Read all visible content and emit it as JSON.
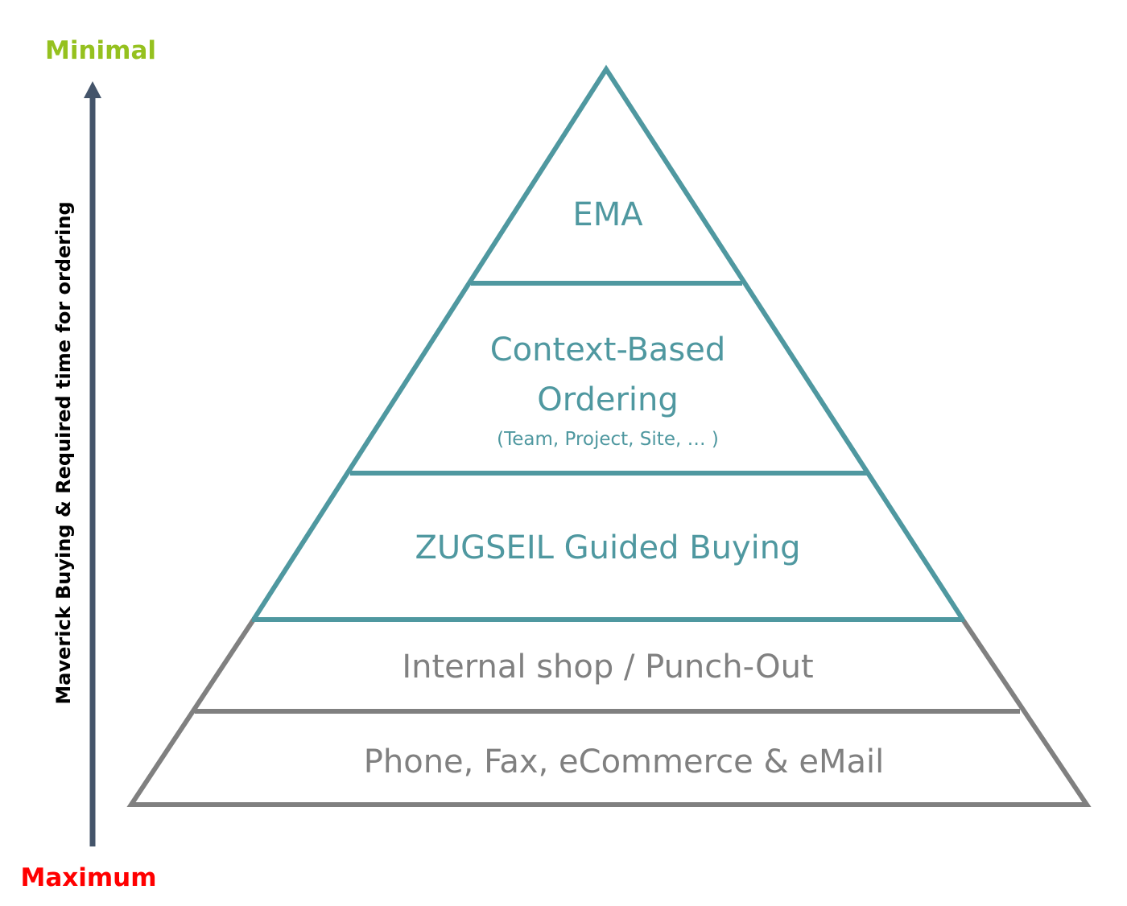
{
  "axis": {
    "top_label": "Minimal",
    "bottom_label": "Maximum",
    "title": "Maverick Buying & Required time for ordering",
    "colors": {
      "top": "#95c11f",
      "bottom": "#ff0000",
      "arrow": "#44546a"
    }
  },
  "pyramid": {
    "levels": [
      {
        "label": "EMA"
      },
      {
        "label_line1": "Context-Based",
        "label_line2": "Ordering",
        "sublabel": "(Team, Project, Site, … )"
      },
      {
        "label": "ZUGSEIL Guided Buying"
      },
      {
        "label": "Internal shop / Punch-Out"
      },
      {
        "label": "Phone, Fax, eCommerce & eMail"
      }
    ],
    "colors": {
      "upper": "#4f98a0",
      "lower": "#808080"
    }
  }
}
